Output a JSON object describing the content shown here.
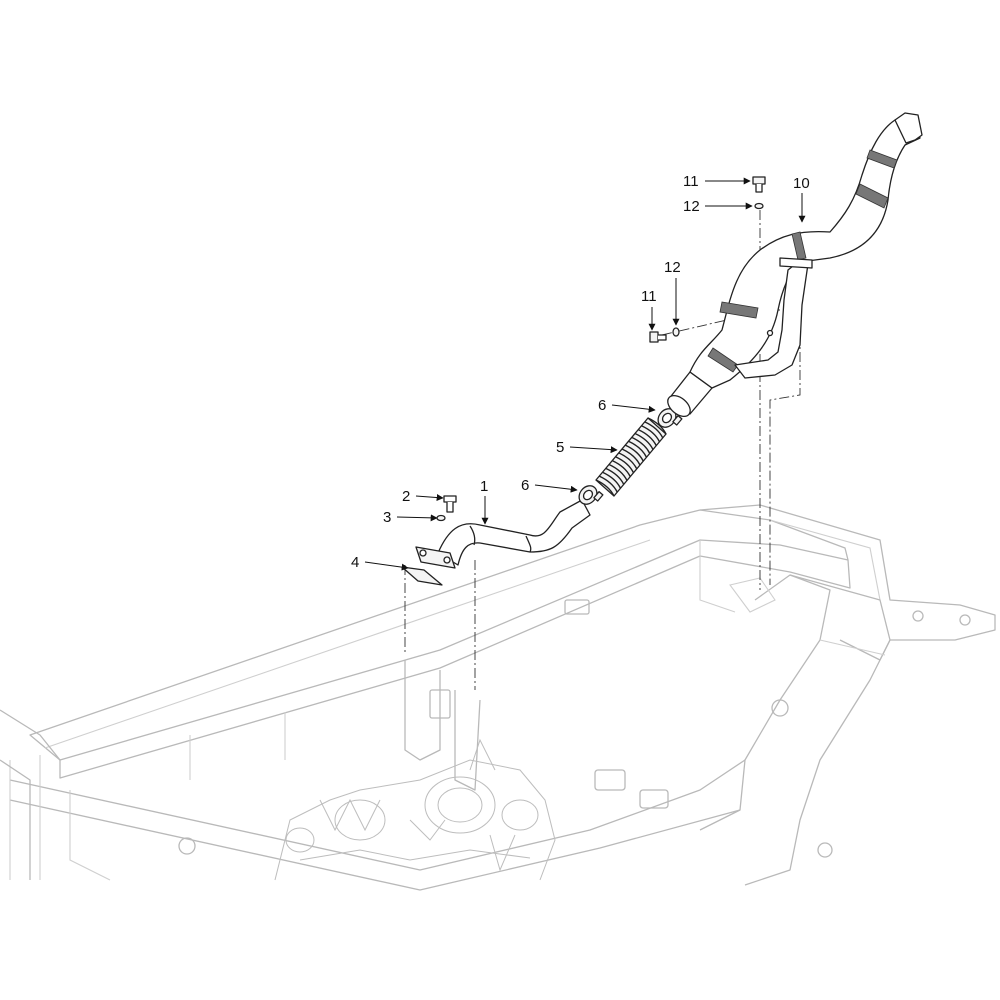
{
  "diagram": {
    "type": "exploded-parts-diagram",
    "callouts": [
      {
        "id": "c1",
        "label": "1"
      },
      {
        "id": "c2",
        "label": "2"
      },
      {
        "id": "c3",
        "label": "3"
      },
      {
        "id": "c4",
        "label": "4"
      },
      {
        "id": "c5",
        "label": "5"
      },
      {
        "id": "c6a",
        "label": "6"
      },
      {
        "id": "c6b",
        "label": "6"
      },
      {
        "id": "c10",
        "label": "10"
      },
      {
        "id": "c11a",
        "label": "11"
      },
      {
        "id": "c11b",
        "label": "11"
      },
      {
        "id": "c12a",
        "label": "12"
      },
      {
        "id": "c12b",
        "label": "12"
      }
    ],
    "colors": {
      "line": "#222222",
      "frame": "#b9b9b9",
      "background": "#ffffff"
    }
  }
}
